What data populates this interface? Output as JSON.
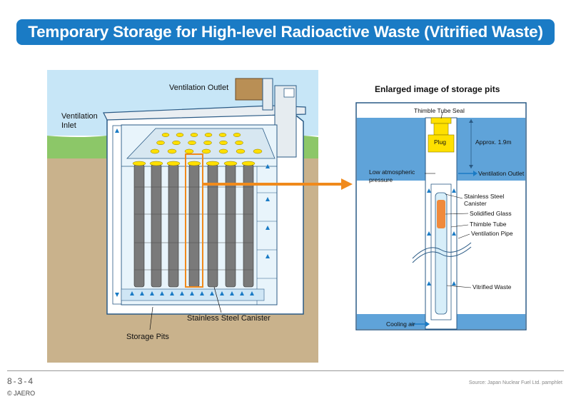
{
  "title": "Temporary Storage for High-level Radioactive Waste (Vitrified Waste)",
  "left": {
    "ventilation_outlet": "Ventilation Outlet",
    "ventilation_inlet_1": "Ventilation",
    "ventilation_inlet_2": "Inlet",
    "stainless_canister": "Stainless Steel Canister",
    "storage_pits": "Storage Pits"
  },
  "right": {
    "heading": "Enlarged image of storage pits",
    "thimble_tube_seal": "Thimble Tube Seal",
    "plug": "Plug",
    "approx": "Approx. 1.9m",
    "low_pressure_1": "Low atmospheric",
    "low_pressure_2": "pressure",
    "ventilation_outlet": "Ventilation Outlet",
    "canister_1": "Stainless Steel",
    "canister_2": "Canister",
    "solidified_glass": "Solidified Glass",
    "thimble_tube": "Thimble Tube",
    "ventilation_pipe": "Ventilation Pipe",
    "vitrified_waste": "Vitrified Waste",
    "cooling_air": "Cooling air"
  },
  "footer": {
    "page_number": "8-3-4",
    "copyright": "© JAERO",
    "source": "Source: Japan Nuclear Fuel Ltd. pamphlet"
  },
  "colors": {
    "title_blue": "#1a7bc5",
    "sky": "#c7e6f7",
    "ground": "#c9b28c",
    "grass": "#8cc768",
    "canister_gray": "#777777",
    "highlight_orange": "#f08a1c",
    "plug_yellow": "#ffe000",
    "glass_orange": "#f08a3c",
    "water_blue": "#5fa3d9"
  }
}
